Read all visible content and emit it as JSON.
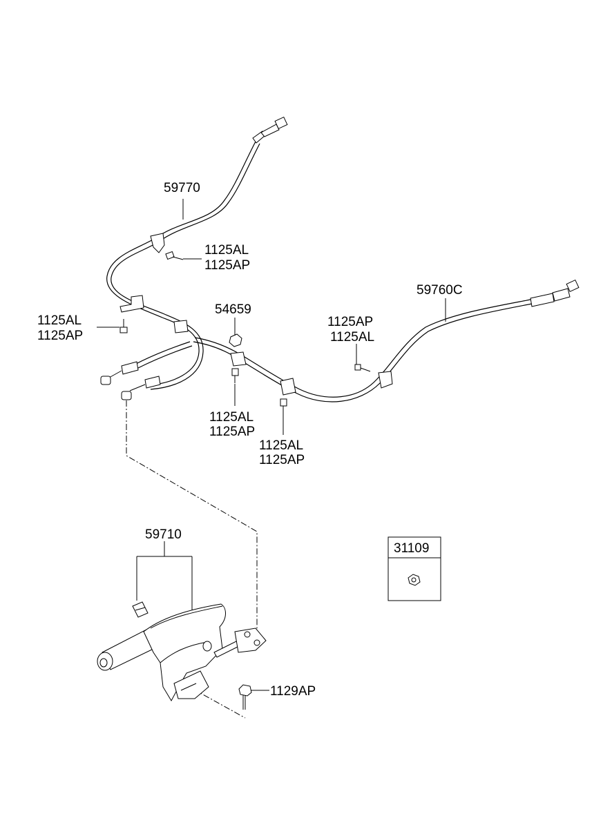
{
  "labels": {
    "cable_left": "59770",
    "bolt_upper_1": "1125AL",
    "bolt_upper_2": "1125AP",
    "bolt_left_1": "1125AL",
    "bolt_left_2": "1125AP",
    "nut_center": "54659",
    "cable_right": "59760C",
    "bolt_right_1": "1125AP",
    "bolt_right_2": "1125AL",
    "bolt_mid_1": "1125AL",
    "bolt_mid_2": "1125AP",
    "bolt_low_1": "1125AL",
    "bolt_low_2": "1125AP",
    "lever_assembly": "59710",
    "inset_part": "31109",
    "bolt_lever": "1129AP"
  }
}
